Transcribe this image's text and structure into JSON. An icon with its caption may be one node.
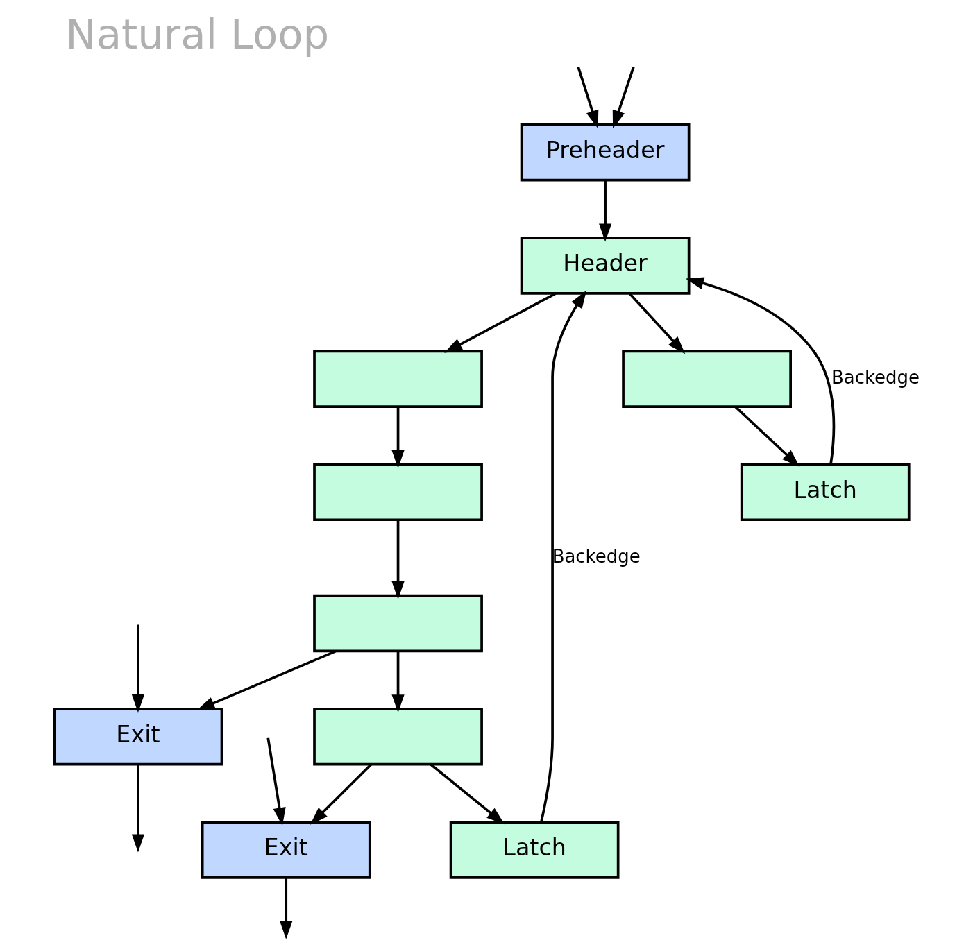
{
  "diagram": {
    "title": "Natural Loop",
    "nodes": [
      {
        "text": [
          "Preheader"
        ]
      },
      {
        "text": [
          "Header"
        ]
      },
      {
        "text": [
          "Latch"
        ]
      },
      {
        "text": [],
        "shape": "box"
      },
      {
        "text": [],
        "shape": "box"
      },
      {
        "text": [
          "Latch"
        ]
      },
      {
        "text": [],
        "shape": "box"
      },
      {
        "text": [],
        "shape": "box"
      },
      {
        "text": [],
        "shape": "box"
      },
      {
        "text": [
          "Exit"
        ]
      },
      {
        "text": [
          "Exit"
        ]
      }
    ],
    "edges": [
      {
        "from": null,
        "to": 0,
        "arrow": "to"
      },
      {
        "from": null,
        "to": 0,
        "arrow": "to"
      },
      {
        "from": 0,
        "to": 1,
        "arrow": "to"
      },
      {
        "from": 2,
        "to": 1,
        "arrow": "to",
        "label": "Backedge"
      },
      {
        "from": 1,
        "to": 3,
        "arrow": "to"
      },
      {
        "from": 1,
        "to": 4,
        "arrow": "to"
      },
      {
        "from": 5,
        "to": 1,
        "arrow": "to",
        "label": "Backedge"
      },
      {
        "from": 4,
        "to": 5,
        "arrow": "to"
      },
      {
        "from": 3,
        "to": 7,
        "arrow": "to"
      },
      {
        "from": 6,
        "to": 2,
        "arrow": "to"
      },
      {
        "from": 7,
        "to": 8,
        "arrow": "to"
      },
      {
        "from": 8,
        "to": 6,
        "arrow": "to"
      },
      {
        "from": 6,
        "to": 9,
        "arrow": "to"
      },
      {
        "from": null,
        "to": 9,
        "arrow": "to"
      },
      {
        "from": 8,
        "to": 10,
        "arrow": "to"
      },
      {
        "from": null,
        "to": 10,
        "arrow": "to"
      },
      {
        "from": 9,
        "to": null,
        "arrow": "to"
      },
      {
        "from": 10,
        "to": null,
        "arrow": "to"
      }
    ]
  }
}
